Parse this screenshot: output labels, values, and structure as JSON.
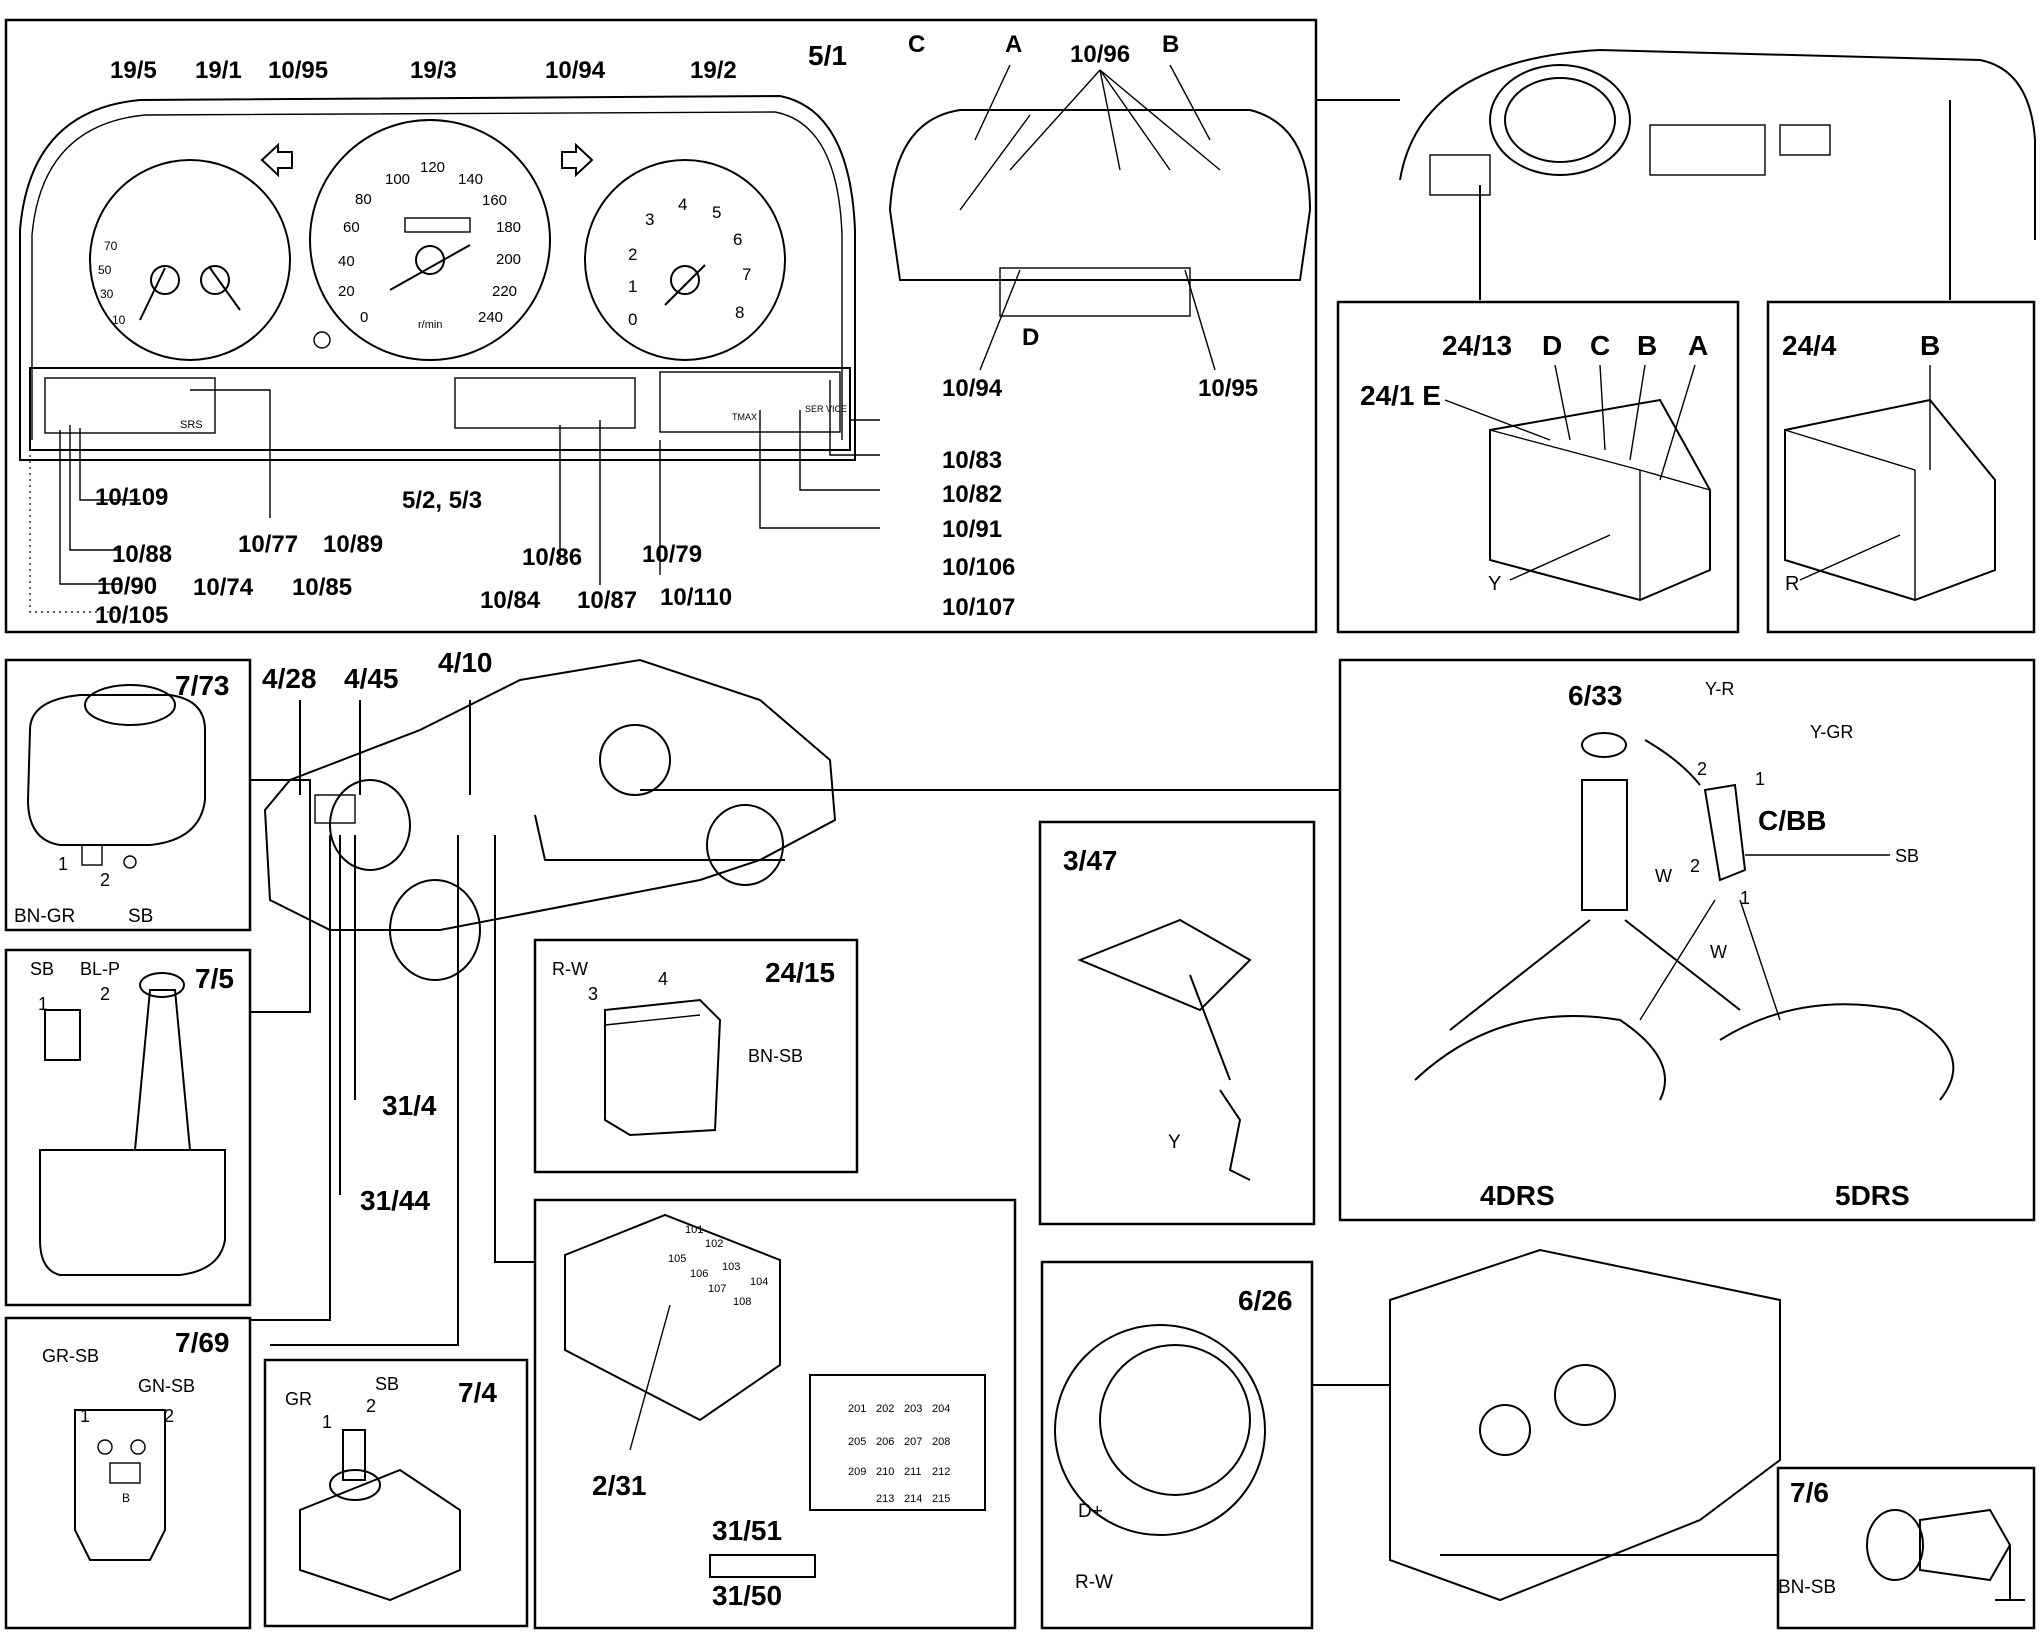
{
  "panels": {
    "cluster": {
      "labels": [
        "19/5",
        "19/1",
        "10/95",
        "19/3",
        "10/94",
        "19/2",
        "5/1",
        "C",
        "A",
        "10/96",
        "B",
        "10/94",
        "D",
        "10/95",
        "10/109",
        "10/88",
        "10/90",
        "10/105",
        "10/74",
        "10/77",
        "10/85",
        "10/89",
        "5/2, 5/3",
        "10/84",
        "10/86",
        "10/87",
        "10/79",
        "10/110",
        "10/83",
        "10/82",
        "10/91",
        "10/106",
        "10/107"
      ],
      "speed_ticks": [
        "0",
        "20",
        "40",
        "60",
        "80",
        "100",
        "120",
        "140",
        "160",
        "180",
        "200",
        "220",
        "240"
      ],
      "rpm_ticks": [
        "0",
        "1",
        "2",
        "3",
        "4",
        "5",
        "6",
        "7",
        "8"
      ],
      "left_ticks": [
        "10",
        "30",
        "50",
        "70"
      ],
      "rpm_unit": "RPM",
      "tacho_unit": "r/min",
      "indicator_srs": "SRS",
      "indicator_tmax": "TMAX",
      "indicator_service": "SER VICE"
    },
    "dash": {},
    "fuse1": {
      "labels": [
        "24/13",
        "D",
        "C",
        "B",
        "A",
        "24/1 E",
        "Y"
      ]
    },
    "fuse2": {
      "labels": [
        "24/4",
        "B",
        "R"
      ]
    },
    "p773": {
      "title": "7/73",
      "pins": [
        "1",
        "2"
      ],
      "wires": [
        "BN-GR",
        "SB"
      ]
    },
    "car": {
      "labels": [
        "4/28",
        "4/45",
        "4/10",
        "31/4",
        "31/44"
      ]
    },
    "fuel": {
      "labels": [
        "6/33",
        "Y-R",
        "Y-GR",
        "2",
        "1",
        "C/BB",
        "SB",
        "W",
        "2",
        "1",
        "W",
        "4DRS",
        "5DRS"
      ]
    },
    "p75": {
      "title": "7/5",
      "pins": [
        "1",
        "2"
      ],
      "wires": [
        "SB",
        "BL-P"
      ]
    },
    "p2415": {
      "title": "24/15",
      "pins": [
        "3",
        "4"
      ],
      "wires": [
        "R-W",
        "BN-SB"
      ]
    },
    "p347": {
      "title": "3/47",
      "wires": [
        "Y"
      ]
    },
    "p769": {
      "title": "7/69",
      "pins": [
        "1",
        "2"
      ],
      "wires": [
        "GR-SB",
        "GN-SB"
      ],
      "mark": "B"
    },
    "p74": {
      "title": "7/4",
      "pins": [
        "1",
        "2"
      ],
      "wires": [
        "GR",
        "SB"
      ]
    },
    "p231": {
      "title": "2/31",
      "relays_top": [
        "101",
        "102",
        "105",
        "106",
        "103",
        "107",
        "104",
        "108"
      ],
      "relays_bottom": [
        "201",
        "202",
        "203",
        "204",
        "205",
        "206",
        "207",
        "208",
        "209",
        "210",
        "211",
        "212",
        "213",
        "214",
        "215"
      ],
      "labels": [
        "31/51",
        "31/50"
      ]
    },
    "p626": {
      "title": "6/26",
      "wires": [
        "D+",
        "R-W"
      ]
    },
    "p76": {
      "title": "7/6",
      "wires": [
        "BN-SB"
      ]
    }
  }
}
